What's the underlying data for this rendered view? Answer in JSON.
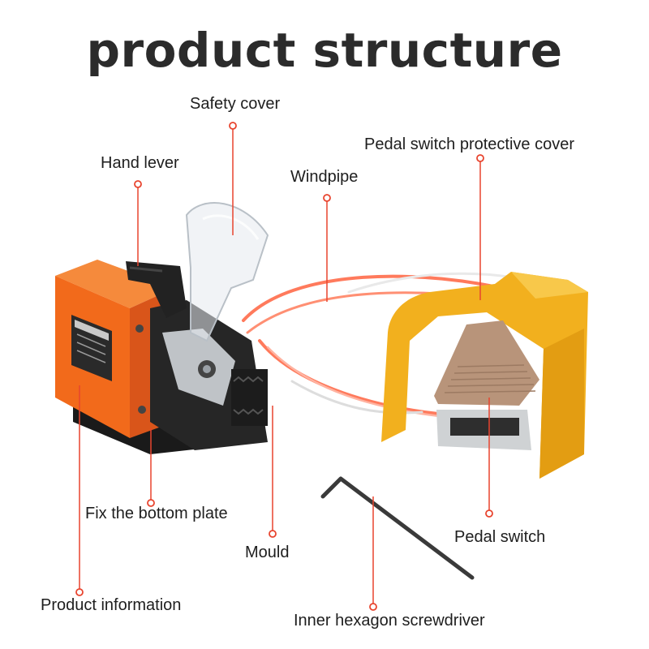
{
  "title": "product structure",
  "labels": {
    "safety_cover": "Safety cover",
    "hand_lever": "Hand lever",
    "windpipe": "Windpipe",
    "pedal_cover": "Pedal switch protective cover",
    "fix_bottom_plate": "Fix the bottom plate",
    "mould": "Mould",
    "product_information": "Product information",
    "pedal_switch": "Pedal switch",
    "hex_screwdriver": "Inner hexagon screwdriver"
  },
  "colors": {
    "leader": "#e8442e",
    "machine_orange": "#f26a1b",
    "pedal_yellow": "#f2b01e",
    "pedal_tan": "#b8947a",
    "hose": "#ff6a4d",
    "text": "#1e1e1e"
  }
}
